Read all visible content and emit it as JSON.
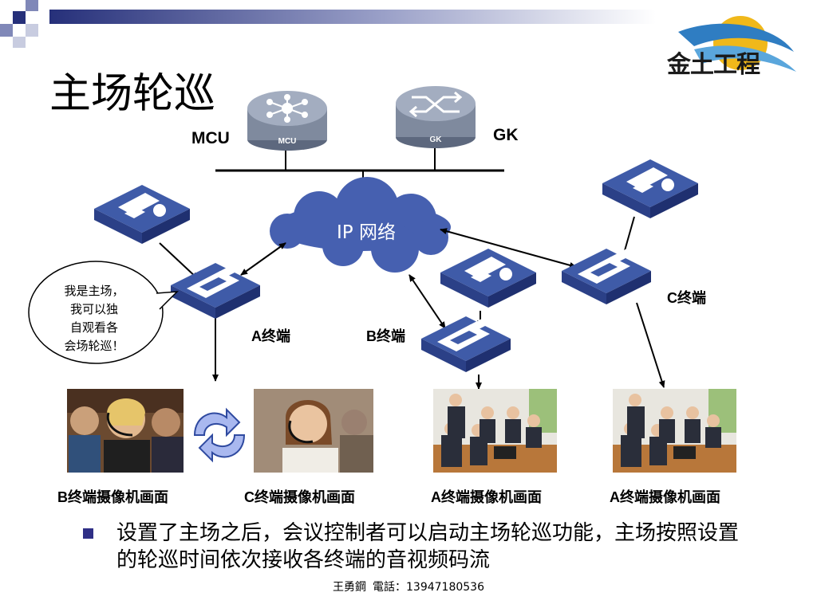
{
  "slide": {
    "title": "主场轮巡",
    "logo_text": "金土工程",
    "bubble_text": "我是主场，\n我可以独\n自观看各\n会场轮巡！",
    "bullet_text": "设置了主场之后，会议控制者可以启动主场轮巡功能，主场按照设置的轮巡时间依次接收各终端的音视频码流",
    "footer": {
      "author": "王勇鋼",
      "phone_label": "電話：",
      "phone": "13947180536"
    }
  },
  "diagram": {
    "network_label": "IP 网络",
    "devices": [
      {
        "id": "mcu",
        "label": "MCU",
        "icon_text": "MCU"
      },
      {
        "id": "gk",
        "label": "GK",
        "icon_text": "GK"
      }
    ],
    "terminals": [
      {
        "id": "a",
        "label": "A终端"
      },
      {
        "id": "b",
        "label": "B终端"
      },
      {
        "id": "c",
        "label": "C终端"
      }
    ],
    "views": [
      {
        "caption": "B终端摄像机画面"
      },
      {
        "caption": "C终端摄像机画面"
      },
      {
        "caption": "A终端摄像机画面"
      },
      {
        "caption": "A终端摄像机画面"
      }
    ]
  },
  "colors": {
    "device_blue": "#3f5ba8",
    "cloud_blue": "#4660b0",
    "router_gray": "#7f8a9e",
    "header_navy": "#26307a",
    "logo_blue": "#2f7dc2",
    "logo_gold": "#f0b81a"
  }
}
